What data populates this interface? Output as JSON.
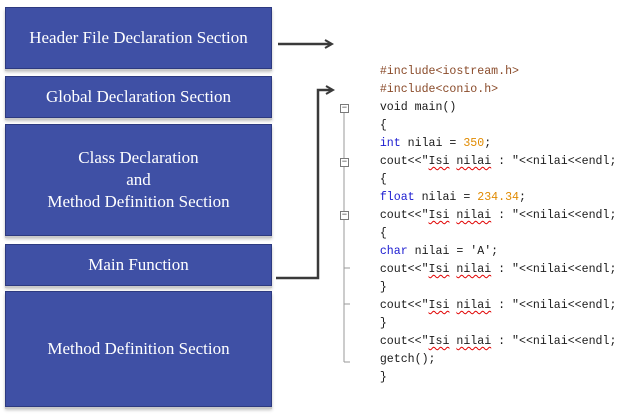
{
  "sections": [
    {
      "label": "Header File Declaration Section"
    },
    {
      "label": "Global Declaration Section"
    },
    {
      "label": "Class Declaration\nand\nMethod Definition Section"
    },
    {
      "label": "Main Function"
    },
    {
      "label": "Method Definition Section"
    }
  ],
  "code": {
    "include_iostream": "#include<iostream.h>",
    "include_conio": "#include<conio.h>",
    "main_sig": "void main()",
    "open1": "{",
    "int_kw": "int",
    "int_rest": " nilai = ",
    "int_val": "350",
    "semi": ";",
    "cout_head": "cout<<\"",
    "isi": "Isi",
    "nilai_word": "nilai",
    "cout_tail": " : \"<<nilai<<endl;",
    "space": " ",
    "open2": "{",
    "float_kw": "float",
    "float_rest": " nilai = ",
    "float_val": "234.34",
    "open3": "{",
    "char_kw": "char",
    "char_rest": " nilai = 'A';",
    "close1": "}",
    "close2": "}",
    "getch": "getch();",
    "close3": "}"
  },
  "colors": {
    "box_fill": "#3f50a5",
    "arrow": "#3a3a3a",
    "keyword": "#1a1ad0",
    "number": "#e08a00",
    "preprocessor": "#8a4b2a"
  }
}
